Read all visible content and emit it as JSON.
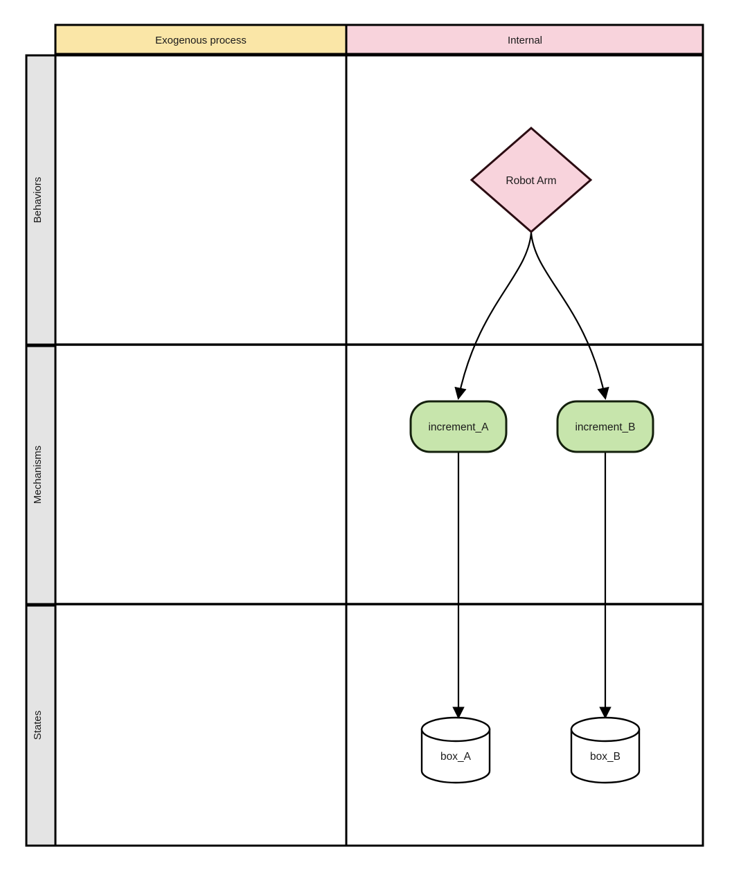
{
  "diagram": {
    "type": "swimlane-pool",
    "background": "#ffffff",
    "border_color": "#000000",
    "columns": [
      {
        "id": "exogenous",
        "label": "Exogenous process",
        "fill": "#fae6a7"
      },
      {
        "id": "internal",
        "label": "Internal",
        "fill": "#f8d3dc"
      }
    ],
    "rows": [
      {
        "id": "behaviors",
        "label": "Behaviors",
        "fill": "#e4e4e4"
      },
      {
        "id": "mechanisms",
        "label": "Mechanisms",
        "fill": "#e4e4e4"
      },
      {
        "id": "states",
        "label": "States",
        "fill": "#e4e4e4"
      }
    ],
    "nodes": [
      {
        "id": "robot_arm",
        "label": "Robot Arm",
        "shape": "diamond",
        "fill": "#f8d3dc",
        "stroke": "#2b0c12",
        "row": "behaviors",
        "column": "internal"
      },
      {
        "id": "increment_a",
        "label": "increment_A",
        "shape": "rounded-rectangle",
        "fill": "#c7e5ac",
        "stroke": "#14200d",
        "row": "mechanisms",
        "column": "internal"
      },
      {
        "id": "increment_b",
        "label": "increment_B",
        "shape": "rounded-rectangle",
        "fill": "#c7e5ac",
        "stroke": "#14200d",
        "row": "mechanisms",
        "column": "internal"
      },
      {
        "id": "box_a",
        "label": "box_A",
        "shape": "cylinder",
        "fill": "#ffffff",
        "stroke": "#000000",
        "row": "states",
        "column": "internal"
      },
      {
        "id": "box_b",
        "label": "box_B",
        "shape": "cylinder",
        "fill": "#ffffff",
        "stroke": "#000000",
        "row": "states",
        "column": "internal"
      }
    ],
    "edges": [
      {
        "id": "e1",
        "from": "robot_arm",
        "to": "increment_a",
        "style": "curved",
        "arrowhead": "filled-triangle"
      },
      {
        "id": "e2",
        "from": "robot_arm",
        "to": "increment_b",
        "style": "curved",
        "arrowhead": "filled-triangle"
      },
      {
        "id": "e3",
        "from": "increment_a",
        "to": "box_a",
        "style": "straight",
        "arrowhead": "filled-triangle"
      },
      {
        "id": "e4",
        "from": "increment_b",
        "to": "box_b",
        "style": "straight",
        "arrowhead": "filled-triangle"
      }
    ]
  }
}
